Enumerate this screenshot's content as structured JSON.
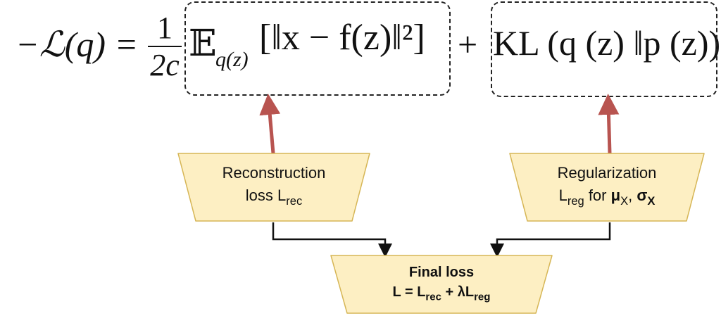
{
  "equation": {
    "lhs": "−ℒ(q) =",
    "frac_num": "1",
    "frac_den": "2c",
    "expect": "𝔼",
    "expect_sub": "q(z)",
    "rec_term": "[‖x − f(z)‖²]",
    "plus": "+",
    "kl_term": "KL (q (z) ‖p (z))"
  },
  "boxes": {
    "reconstruction": {
      "line1": "Reconstruction",
      "line2_main": "loss L",
      "line2_sub": "rec"
    },
    "regularization": {
      "line1": "Regularization",
      "line2_main": "L",
      "line2_sub": "reg",
      "line2_rest": " for ",
      "mu": "μ",
      "mu_sub": "X",
      "comma": ", ",
      "sigma": "σ",
      "sigma_sub": "X"
    },
    "final": {
      "line1": "Final loss",
      "l": "L = L",
      "l_sub1": "rec",
      "plus": " + λL",
      "l_sub2": "reg"
    }
  },
  "colors": {
    "box_fill": "#fdefc3",
    "box_stroke": "#d6b656",
    "arrow_red": "#b85450"
  }
}
